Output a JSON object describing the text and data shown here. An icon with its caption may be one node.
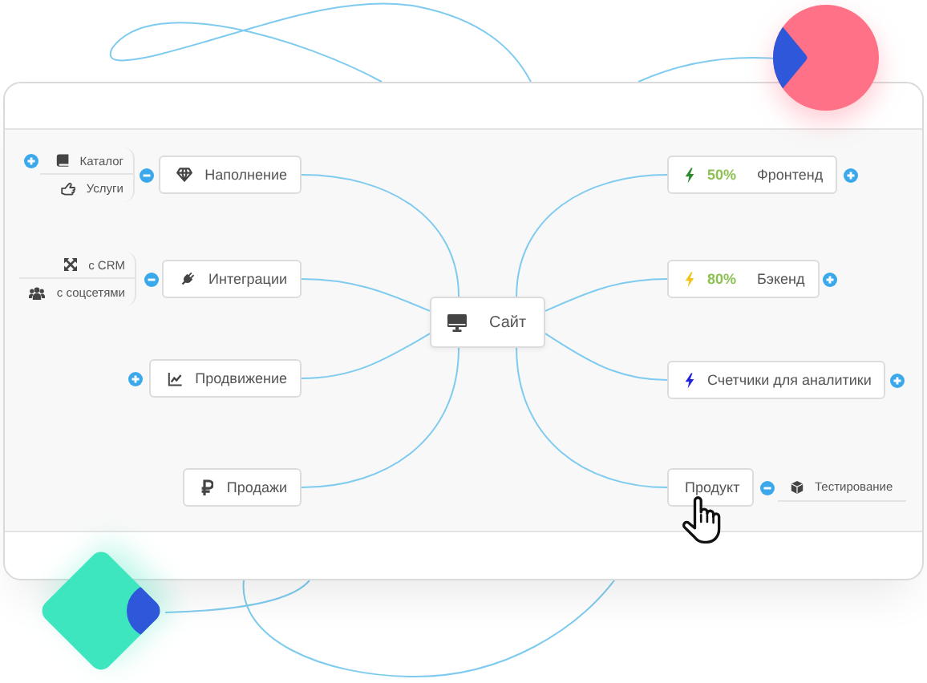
{
  "diagram": {
    "nodes": [
      {
        "text": [
          "Сайт"
        ]
      },
      {
        "text": [
          "Наполнение"
        ]
      },
      {
        "text": [
          "Каталог"
        ]
      },
      {
        "text": [
          "Услуги"
        ]
      },
      {
        "text": [
          "Интеграции"
        ]
      },
      {
        "text": [
          "с CRM"
        ]
      },
      {
        "text": [
          "с соцсетями"
        ]
      },
      {
        "text": [
          "Продвижение"
        ]
      },
      {
        "text": [
          "Продажи"
        ]
      },
      {
        "text": [
          "50%",
          "Фронтенд"
        ]
      },
      {
        "text": [
          "80%",
          "Бэкенд"
        ]
      },
      {
        "text": [
          "Счетчики для аналитики"
        ]
      },
      {
        "text": [
          "Продукт"
        ]
      },
      {
        "text": [
          "Тестирование"
        ]
      }
    ],
    "edges": [
      {
        "from": 0,
        "to": 1,
        "arrow": "none"
      },
      {
        "from": 0,
        "to": 4,
        "arrow": "none"
      },
      {
        "from": 0,
        "to": 7,
        "arrow": "none"
      },
      {
        "from": 0,
        "to": 8,
        "arrow": "none"
      },
      {
        "from": 0,
        "to": 9,
        "arrow": "none"
      },
      {
        "from": 0,
        "to": 10,
        "arrow": "none"
      },
      {
        "from": 0,
        "to": 11,
        "arrow": "none"
      },
      {
        "from": 0,
        "to": 12,
        "arrow": "none"
      }
    ]
  }
}
